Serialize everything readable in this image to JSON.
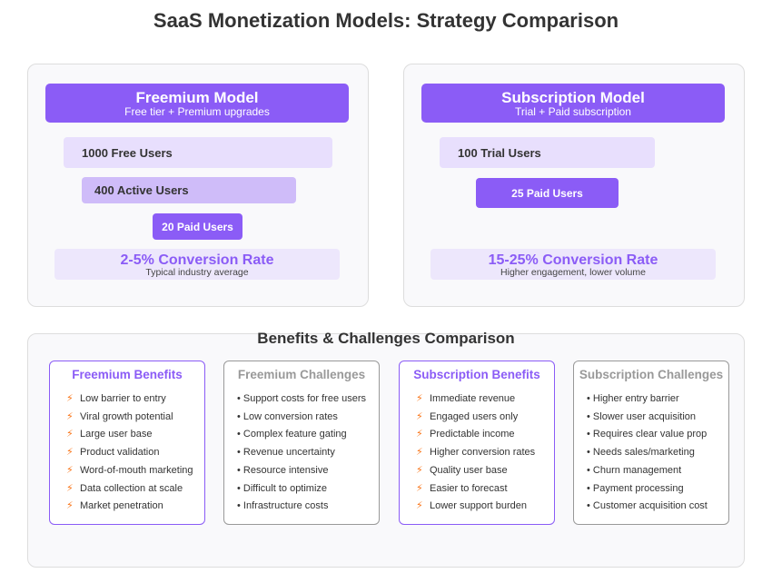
{
  "title": "SaaS Monetization Models: Strategy Comparison",
  "freemium": {
    "header": "Freemium Model",
    "subheader": "Free tier + Premium upgrades",
    "funnel": [
      "1000 Free Users",
      "400 Active Users",
      "20 Paid Users"
    ],
    "conversion_rate": "2-5% Conversion Rate",
    "conversion_note": "Typical industry average"
  },
  "subscription": {
    "header": "Subscription Model",
    "subheader": "Trial + Paid subscription",
    "funnel": [
      "100 Trial Users",
      "25 Paid Users"
    ],
    "conversion_rate": "15-25% Conversion Rate",
    "conversion_note": "Higher engagement, lower volume"
  },
  "comparison": {
    "title": "Benefits & Challenges Comparison",
    "cards": [
      {
        "title": "Freemium Benefits",
        "items": [
          "Low barrier to entry",
          "Viral growth potential",
          "Large user base",
          "Product validation",
          "Word-of-mouth marketing",
          "Data collection at scale",
          "Market penetration"
        ]
      },
      {
        "title": "Freemium Challenges",
        "items": [
          "Support costs for free users",
          "Low conversion rates",
          "Complex feature gating",
          "Revenue uncertainty",
          "Resource intensive",
          "Difficult to optimize",
          "Infrastructure costs"
        ]
      },
      {
        "title": "Subscription Benefits",
        "items": [
          "Immediate revenue",
          "Engaged users only",
          "Predictable income",
          "Higher conversion rates",
          "Quality user base",
          "Easier to forecast",
          "Lower support burden"
        ]
      },
      {
        "title": "Subscription Challenges",
        "items": [
          "Higher entry barrier",
          "Slower user acquisition",
          "Requires clear value prop",
          "Needs sales/marketing",
          "Churn management",
          "Payment processing",
          "Customer acquisition cost"
        ]
      }
    ]
  },
  "colors": {
    "accent": "#8b5cf6",
    "bolt": "#f97316",
    "muted": "#999999"
  }
}
